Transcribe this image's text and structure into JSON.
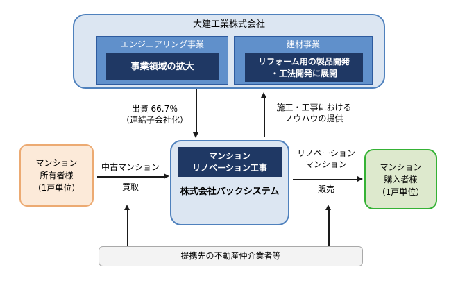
{
  "parent_company": {
    "name": "大建工業株式会社",
    "divisions": [
      {
        "label": "エンジニアリング事業",
        "role": "事業領域の拡大"
      },
      {
        "label": "建材事業",
        "role": "リフォーム用の製品開発\n・工法開発に展開"
      }
    ]
  },
  "subsidiary": {
    "business": "マンション\nリノベーション工事",
    "name": "株式会社バックシステム"
  },
  "owner_box": {
    "label": "マンション\n所有者様\n（1戸単位）"
  },
  "buyer_box": {
    "label": "マンション\n購入者様\n（1戸単位）"
  },
  "broker_box": {
    "label": "提携先の不動産仲介業者等"
  },
  "flows": {
    "investment": "出資 66.7％\n（連結子会社化）",
    "knowhow": "施工・工事における\nノウハウの提供",
    "purchase_item": "中古マンション",
    "purchase_action": "買取",
    "sale_item": "リノベーション\nマンション",
    "sale_action": "販売"
  },
  "colors": {
    "light_blue_fill": "#dce6f2",
    "blue_border": "#4f81bd",
    "division_blue": "#6090cb",
    "navy": "#1f3864",
    "orange_fill": "#fcead9",
    "orange_border": "#ecaa72",
    "green_fill": "#dde9cd",
    "green_border": "#35b235",
    "gray_fill": "#f3f3f3",
    "arrow_color": "#1a1a1a"
  }
}
